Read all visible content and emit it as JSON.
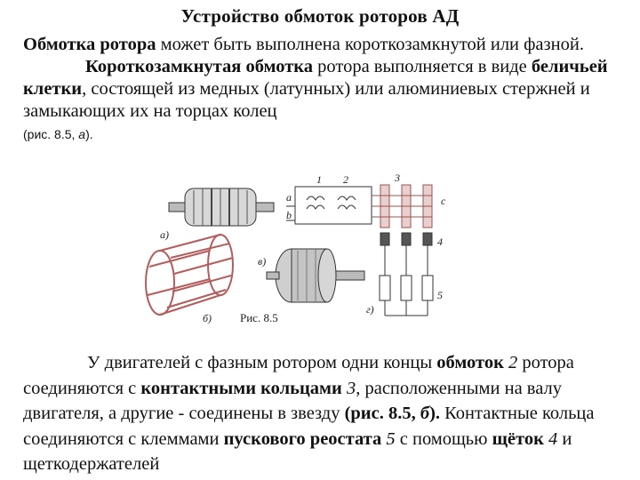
{
  "title": "Устройство обмоток роторов АД",
  "p1": {
    "a_bold": "Обмотка ротора",
    "a_rest": " может быть выполнена короткозамкнутой или фазной.",
    "b_bold": "Короткозамкнутая обмотка",
    "b_rest1": " ротора выполняется в виде ",
    "b_bold2": "беличьей клетки",
    "b_rest2": ", состоящей из медных (латунных) или алюминиевых стержней и замыкающих их на торцах колец",
    "fig_ref_pre": "(рис. 8.5, ",
    "fig_ref_letter": "а",
    "fig_ref_post": ")."
  },
  "figure": {
    "caption": "Рис. 8.5",
    "label_a": "а)",
    "label_b": "б)",
    "label_v": "в)",
    "label_g": "г)",
    "num1": "1",
    "num2": "2",
    "num3": "3",
    "num4": "4",
    "num5": "5",
    "terminal_a": "a",
    "terminal_b": "b",
    "terminal_c": "c"
  },
  "p2": {
    "s1": "У двигателей с фазным ротором одни концы ",
    "s1_bold": "обмоток",
    "s1_num": " 2",
    "s2": " ротора соединяются с ",
    "s2_bold": "контактными кольцами",
    "s2_num": " 3",
    "s3": ", расположенными на валу двигателя, а другие - соединены в звезду ",
    "s3_bold_pre": "(рис. 8.5, ",
    "s3_bold_letter": "б",
    "s3_bold_post": ").",
    "s4": " Контактные кольца соединяются с клеммами ",
    "s4_bold": "пускового реостата",
    "s4_num": " 5",
    "s5": " с помощью ",
    "s5_bold": "щёток",
    "s5_num": " 4",
    "s6": " и щеткодержателей"
  }
}
